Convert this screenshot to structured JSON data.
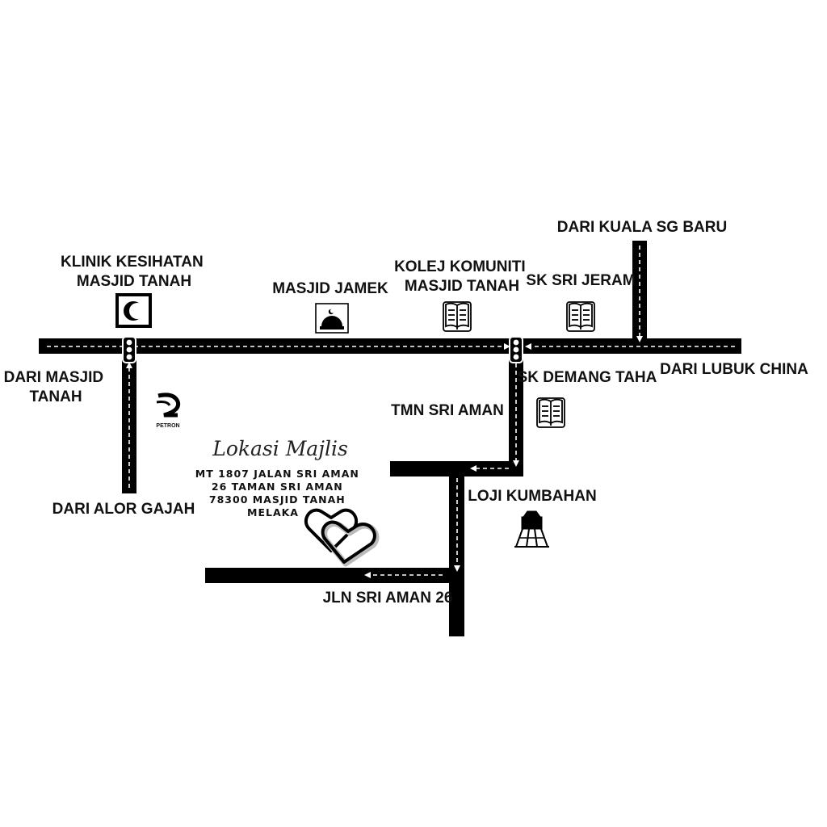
{
  "colors": {
    "road": "#000000",
    "ink": "#111111",
    "dash": "#ffffff",
    "background": "#ffffff"
  },
  "origins": {
    "masjid_tanah": [
      "DARI MASJID",
      "TANAH"
    ],
    "alor_gajah": "DARI ALOR GAJAH",
    "kuala_sg_baru": "DARI KUALA SG BARU",
    "lubuk_china": "DARI LUBUK CHINA"
  },
  "landmarks": {
    "klinik": {
      "lines": [
        "KLINIK KESIHATAN",
        "MASJID TANAH"
      ],
      "icon": "crescent-icon"
    },
    "masjid_jamek": {
      "label": "MASJID JAMEK",
      "icon": "mosque-icon"
    },
    "kolej": {
      "lines": [
        "KOLEJ KOMUNITI",
        "MASJID TANAH"
      ],
      "icon": "book-icon"
    },
    "sk_sri_jeram": {
      "label": "SK SRI JERAM",
      "icon": "book-icon"
    },
    "sk_demang_taha": {
      "label": "SK DEMANG TAHA",
      "icon": "book-icon"
    },
    "petron": {
      "label": "PETRON",
      "icon": "petron-logo-icon"
    },
    "loji": {
      "label": "LOJI KUMBAHAN",
      "icon": "water-tower-icon"
    }
  },
  "roads": {
    "tmn_sri_aman": "TMN SRI AMAN",
    "jln_sri_aman_26": "JLN SRI AMAN 26"
  },
  "venue": {
    "title": "Lokasi Majlis",
    "address": [
      "MT 1807 JALAN SRI AMAN",
      "26 TAMAN SRI AMAN",
      "78300 MASJID TANAH",
      "MELAKA"
    ],
    "icon": "hearts-icon"
  }
}
